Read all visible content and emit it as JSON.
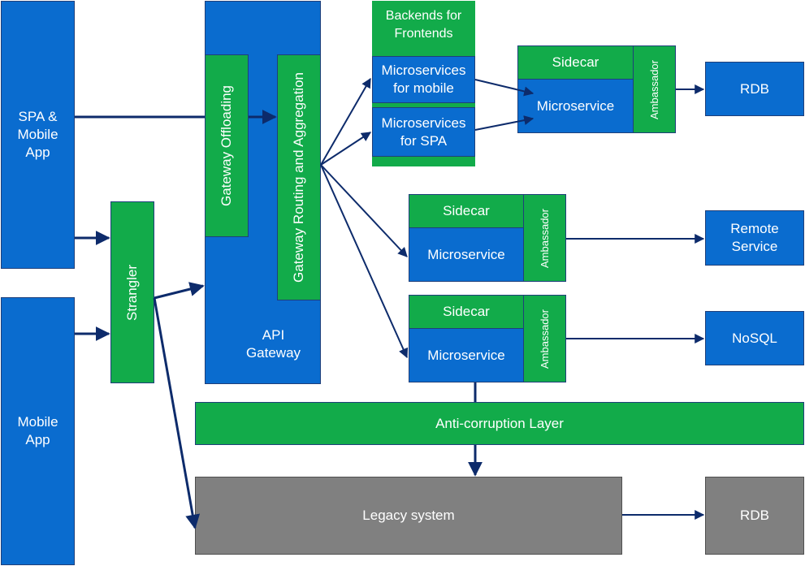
{
  "nodes": {
    "spa_mobile_app": "SPA &\nMobile\nApp",
    "mobile_app": "Mobile\nApp",
    "strangler": "Strangler",
    "api_gateway": "API\nGateway",
    "gateway_offloading": "Gateway Offloading",
    "gateway_routing": "Gateway Routing and Aggregation",
    "bff_title": "Backends for\nFrontends",
    "ms_mobile": "Microservices\nfor mobile",
    "ms_spa": "Microservices\nfor SPA",
    "sidecar": "Sidecar",
    "microservice": "Microservice",
    "ambassador": "Ambassador",
    "rdb": "RDB",
    "remote_service": "Remote\nService",
    "nosql": "NoSQL",
    "acl": "Anti-corruption Layer",
    "legacy": "Legacy system"
  },
  "colors": {
    "blue": "#0a6ccf",
    "green": "#12ab4a",
    "gray": "#808080",
    "arrow": "#0d2b6b"
  }
}
